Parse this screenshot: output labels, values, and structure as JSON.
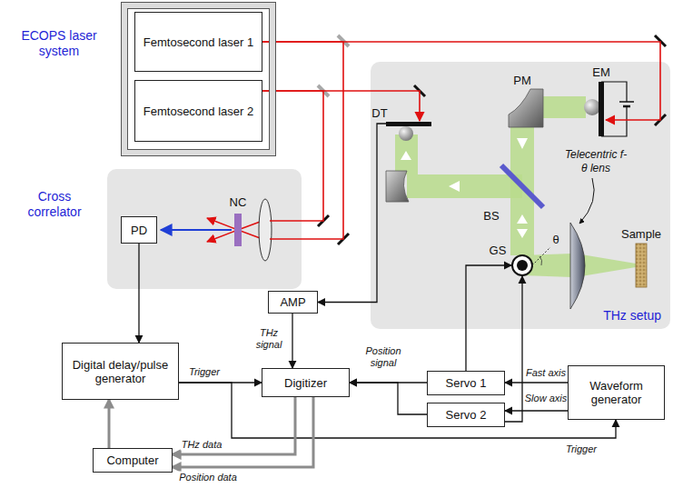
{
  "diagram": {
    "nodes": [
      {
        "text": [
          "ECOPS laser system"
        ]
      },
      {
        "text": [
          "Femtosecond laser 1"
        ],
        "in": 0
      },
      {
        "text": [
          "Femtosecond laser 2"
        ],
        "in": 0
      },
      {
        "text": [
          "Cross correlator"
        ]
      },
      {
        "text": [
          "PD"
        ],
        "in": 3
      },
      {
        "text": [
          "THz setup"
        ]
      },
      {
        "text": [
          "AMP"
        ]
      },
      {
        "text": [
          "Digital delay/pulse generator"
        ]
      },
      {
        "text": [
          "Digitizer"
        ]
      },
      {
        "text": [
          "Servo 1"
        ]
      },
      {
        "text": [
          "Servo 2"
        ]
      },
      {
        "text": [
          "Waveform generator"
        ]
      },
      {
        "text": [
          "Computer"
        ]
      }
    ],
    "edges": [
      {
        "from": 1,
        "to": 5,
        "arrow": "to"
      },
      {
        "from": 2,
        "to": 5,
        "arrow": "to"
      },
      {
        "from": 1,
        "to": 3,
        "arrow": "none"
      },
      {
        "from": 2,
        "to": 3,
        "arrow": "none"
      },
      {
        "from": 4,
        "to": 7,
        "arrow": "to"
      },
      {
        "from": 7,
        "to": 8,
        "label": "Trigger",
        "arrow": "to"
      },
      {
        "from": 7,
        "to": 11,
        "label": "Trigger",
        "arrow": "to"
      },
      {
        "from": 5,
        "to": 6,
        "arrow": "to"
      },
      {
        "from": 6,
        "to": 8,
        "label": "THz signal",
        "arrow": "to"
      },
      {
        "from": 9,
        "to": 8,
        "label": "Position signal",
        "arrow": "to"
      },
      {
        "from": 10,
        "to": 8,
        "arrow": "to"
      },
      {
        "from": 11,
        "to": 9,
        "label": "Fast axis",
        "arrow": "to"
      },
      {
        "from": 11,
        "to": 10,
        "label": "Slow axis",
        "arrow": "to"
      },
      {
        "from": 9,
        "to": 5,
        "arrow": "to"
      },
      {
        "from": 10,
        "to": 5,
        "arrow": "to"
      },
      {
        "from": 8,
        "to": 12,
        "label": "THz data",
        "arrow": "to"
      },
      {
        "from": 8,
        "to": 12,
        "label": "Position data",
        "arrow": "to"
      },
      {
        "from": 12,
        "to": 7,
        "arrow": "to"
      }
    ],
    "labels": [
      "NC",
      "DT",
      "PM",
      "EM",
      "BS",
      "GS",
      "θ",
      "Telecentric f-θ lens",
      "Sample"
    ]
  }
}
